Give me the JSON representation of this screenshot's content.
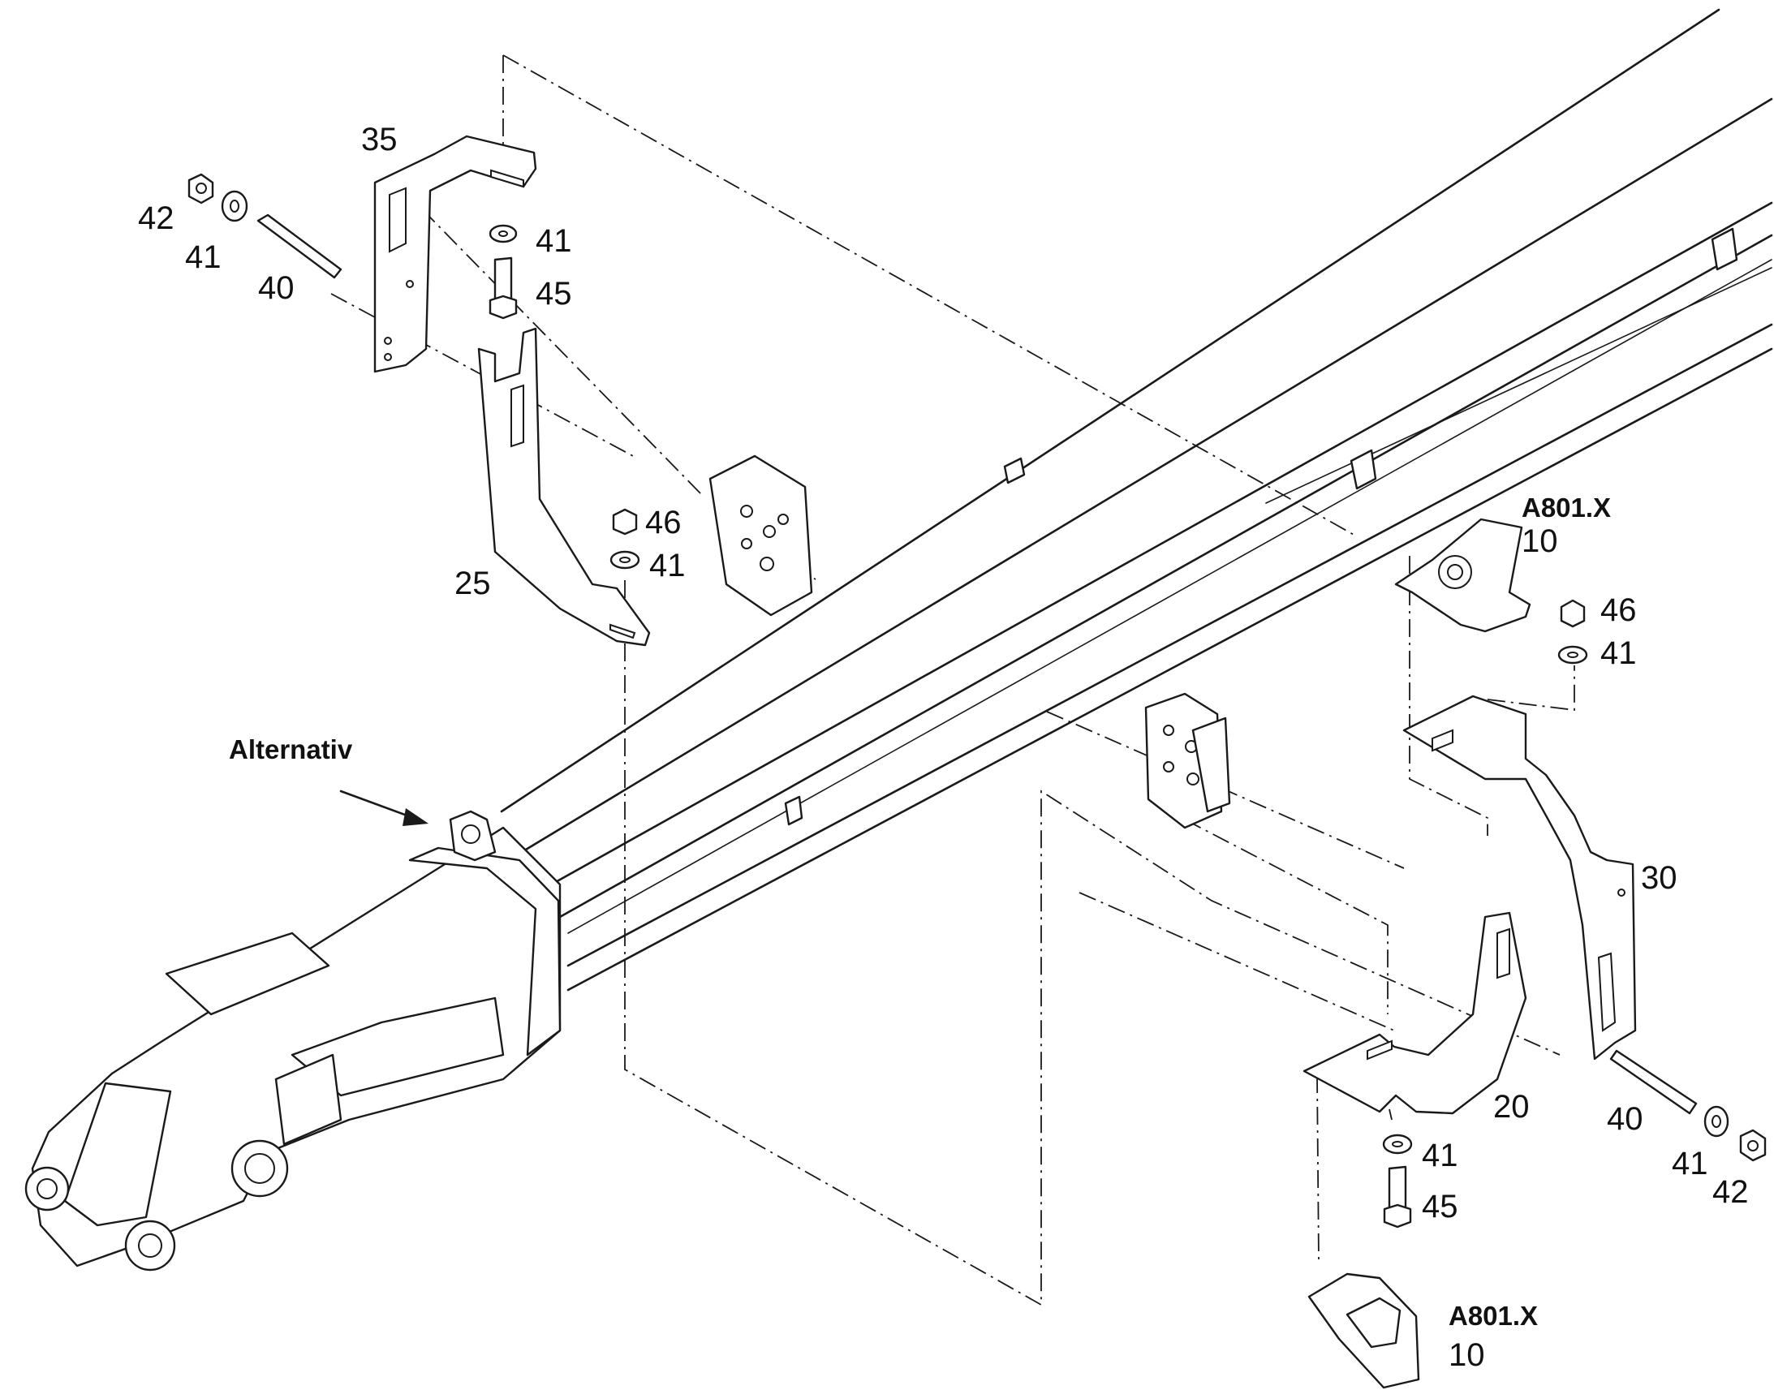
{
  "callouts": {
    "c35": "35",
    "c42_top": "42",
    "c41_top_left": "41",
    "c40_top": "40",
    "c41_top_right": "41",
    "c45_top": "45",
    "c46_mid": "46",
    "c41_mid": "41",
    "c25": "25",
    "alt_label": "Alternativ",
    "ref_a801_top": "A801.X",
    "c10_top": "10",
    "c46_right": "46",
    "c41_right": "41",
    "c30": "30",
    "c20": "20",
    "c40_bottom": "40",
    "c41_bottom_right": "41",
    "c42_bottom": "42",
    "c41_bottom": "41",
    "c45_bottom": "45",
    "ref_a801_bottom": "A801.X",
    "c10_bottom": "10"
  }
}
